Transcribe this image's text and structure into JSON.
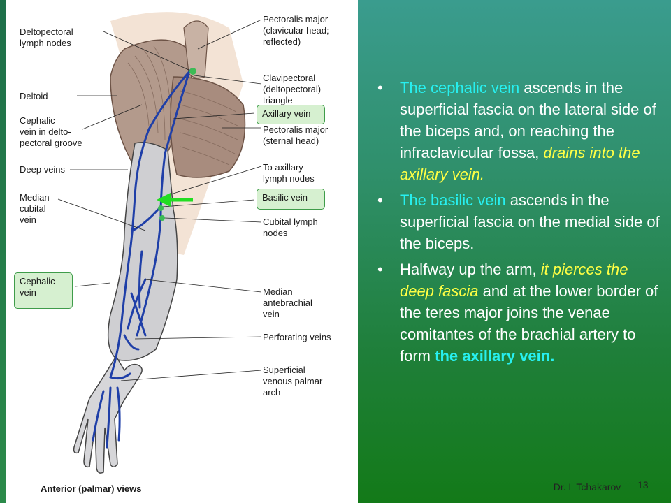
{
  "slide": {
    "page_number": "13",
    "author": "Dr. L Tchakarov"
  },
  "figure": {
    "caption": "Anterior (palmar) views",
    "labels": {
      "deltopectoral_lymph_nodes": "Deltopectoral\nlymph nodes",
      "deltoid": "Deltoid",
      "cephalic_vein_groove": "Cephalic\nvein in delto-\npectoral groove",
      "deep_veins": "Deep veins",
      "median_cubital_vein": "Median\ncubital\nvein",
      "cephalic_vein": "Cephalic\nvein",
      "pectoralis_major_clavicular": "Pectoralis major\n(clavicular head;\nreflected)",
      "clavipectoral_triangle": "Clavipectoral\n(deltopectoral)\ntriangle",
      "axillary_vein": "Axillary vein",
      "pectoralis_major_sternal": "Pectoralis major\n(sternal head)",
      "to_axillary_lymph_nodes": "To axillary\nlymph nodes",
      "basilic_vein": "Basilic vein",
      "cubital_lymph_nodes": "Cubital lymph\nnodes",
      "median_antebrachial_vein": "Median\nantebrachial\nvein",
      "perforating_veins": "Perforating veins",
      "superficial_palmar_arch": "Superficial\nvenous palmar\narch"
    }
  },
  "bullets": [
    {
      "dot": "•",
      "parts": [
        {
          "text": "The cephalic vein",
          "style": "cyan"
        },
        {
          "text": " ascends in the superficial fascia on the lateral side of the biceps and, on reaching the infraclavicular fossa, ",
          "style": "plain"
        },
        {
          "text": "drains into the axillary vein.",
          "style": "yellow"
        }
      ]
    },
    {
      "dot": "•",
      "parts": [
        {
          "text": "The basilic vein",
          "style": "cyan"
        },
        {
          "text": " ascends in the superficial fascia on the medial side of the biceps.",
          "style": "plain"
        }
      ]
    },
    {
      "dot": "•",
      "parts": [
        {
          "text": "Halfway up the arm, ",
          "style": "plain"
        },
        {
          "text": "it pierces the deep fascia",
          "style": "yellow"
        },
        {
          "text": " and at the lower border of the teres major joins the venae comitantes of the brachial artery to form ",
          "style": "plain"
        },
        {
          "text": "the axillary vein.",
          "style": "cyan-bold"
        }
      ]
    }
  ],
  "colors": {
    "vein": "#1f3fa8",
    "arrow": "#22dd22",
    "highlight_box": "#d6f0d0"
  }
}
